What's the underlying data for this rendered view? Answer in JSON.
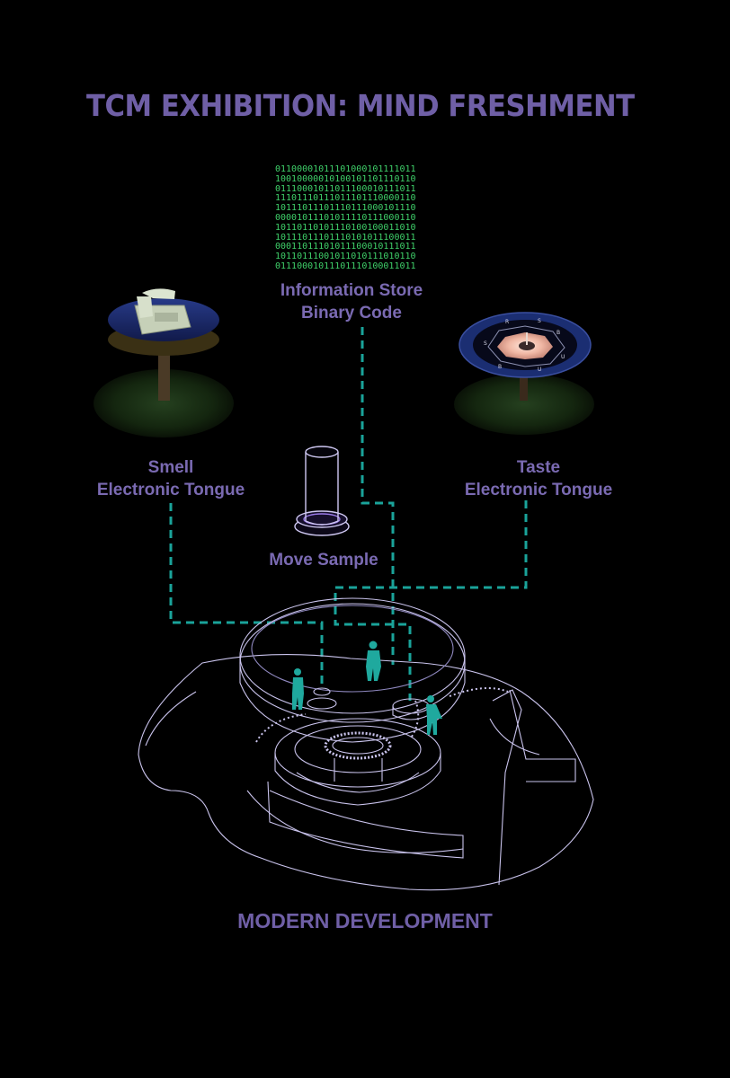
{
  "title": "TCM EXHIBITION: MIND FRESHMENT",
  "nodes": {
    "information_store": {
      "line1": "Information Store",
      "line2": "Binary Code"
    },
    "smell": {
      "line1": "Smell",
      "line2": "Electronic Tongue"
    },
    "taste": {
      "line1": "Taste",
      "line2": "Electronic Tongue"
    },
    "move_sample": {
      "label": "Move Sample"
    }
  },
  "binary_rows": [
    "01100001011101000101111011",
    "10010000010100101101110110",
    "01110001011011100010111011",
    "11101110111011101110000110",
    "10111011101110111000101110",
    "00001011101011110111000110",
    "10110110101110100100011010",
    "10111011101110101011100011",
    "00011011101011100010111011",
    "10110111001011010111010110",
    "01110001011101110100011011"
  ],
  "footer": "MODERN DEVELOPMENT",
  "colors": {
    "background": "#000000",
    "label": "#7a6ab2",
    "connector": "#1aa39a",
    "linework": "#c9c3ec",
    "binary": "#3fd06a",
    "figures": "#1fa99e"
  },
  "icons": {
    "smell_device": "smell-electronic-tongue-icon",
    "taste_device": "taste-electronic-tongue-icon",
    "sample": "sample-cylinder-icon",
    "plan": "exhibition-plan-drawing"
  }
}
